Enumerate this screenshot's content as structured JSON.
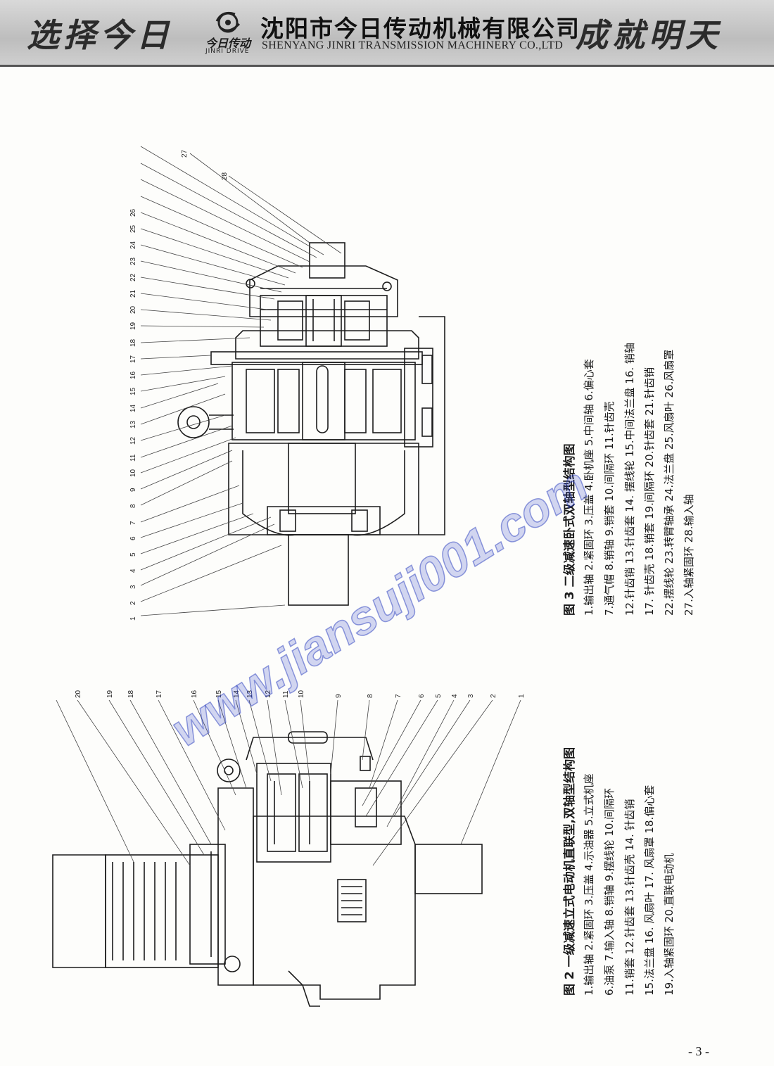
{
  "header": {
    "slogan_left": "选择今日",
    "slogan_right": "成就明天",
    "logo_cn": "今日传动",
    "logo_en": "JINRI DRIVE",
    "company_cn": "沈阳市今日传动机械有限公司",
    "company_en": "SHENYANG JINRI TRANSMISSION MACHINERY CO.,LTD"
  },
  "figure3": {
    "title": "图 3  二级减速卧式双轴型结构图",
    "lines": [
      "1.输出轴  2.紧固环  3.压盖  4.卧机座  5.中间轴  6.偏心套",
      "7.通气帽  8.销轴  9.销套  10.间隔环  11.针齿壳",
      "12.针齿销  13.针齿套  14. 摆线轮  15.中间法兰盘  16. 销轴",
      "17. 针齿壳  18.销套  19.间隔环 20.针齿套  21.针齿销",
      "22.摆线轮  23.转臂轴承  24.法兰盘 25.风扇叶  26.风扇罩",
      "27.入轴紧固环  28.输入轴"
    ],
    "numbers": [
      "1",
      "2",
      "3",
      "4",
      "5",
      "6",
      "7",
      "8",
      "9",
      "10",
      "11",
      "12",
      "13",
      "14",
      "15",
      "16",
      "17",
      "18",
      "19",
      "20",
      "21",
      "22",
      "23",
      "24",
      "25",
      "26"
    ],
    "extra_labels": [
      "27",
      "28"
    ]
  },
  "figure2": {
    "title": "图 2  一级减速立式电动机直联型,双轴型结构图",
    "lines": [
      "1.输出轴  2.紧固环  3.压盖  4.示油器  5.立式机座",
      "6.油泵  7.输入轴  8.销轴  9.摆线轮  10.间隔环",
      "11.销套 12.针齿套  13.针齿壳  14. 针齿销",
      "15.法兰盘  16. 风扇叶  17. 风扇罩  18.偏心套",
      "19.入轴紧固环  20.直联电动机"
    ],
    "numbers": [
      "1",
      "2",
      "3",
      "4",
      "5",
      "6",
      "7",
      "8",
      "9",
      "10",
      "11",
      "12",
      "13",
      "14",
      "15",
      "16",
      "17",
      "18",
      "19",
      "20"
    ]
  },
  "watermark": "www.jiansuji001.com",
  "page_number": "- 3 -"
}
